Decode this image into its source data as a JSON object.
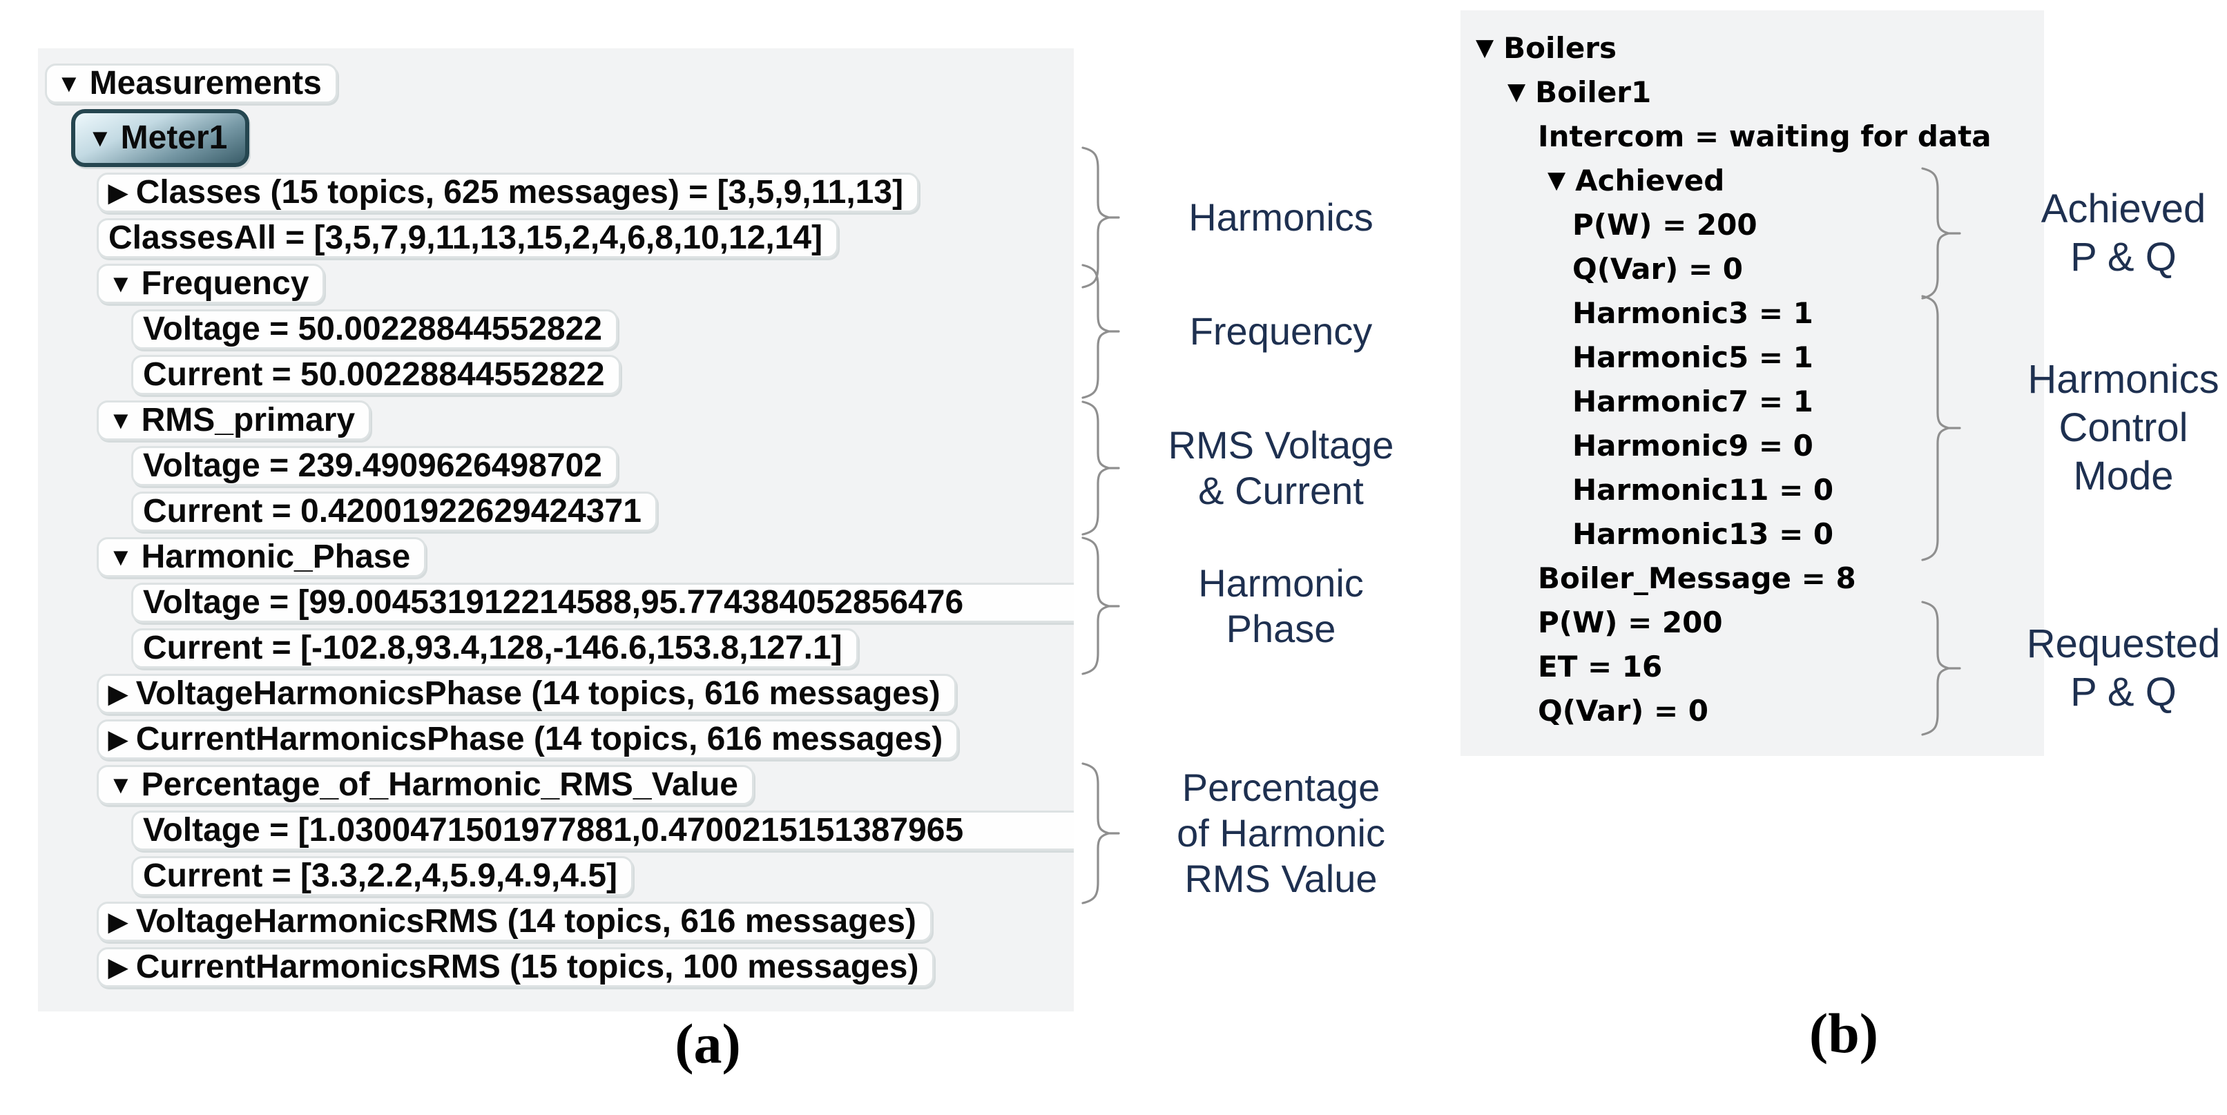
{
  "figure": {
    "caption_a": "(a)",
    "caption_b": "(b)"
  },
  "colors": {
    "panel_background": "#f2f3f4",
    "annotation_text": "#1e3050",
    "brace_line": "#8f8f8f",
    "selected_node_border": "#254650"
  },
  "panel_a": {
    "rows": [
      {
        "arrow": "▼",
        "label": "Measurements"
      },
      {
        "arrow": "▼",
        "label": "Meter1"
      },
      {
        "arrow": "▶",
        "label": "Classes (15 topics, 625 messages) = [3,5,9,11,13]"
      },
      {
        "arrow": "",
        "label": "ClassesAll = [3,5,7,9,11,13,15,2,4,6,8,10,12,14]"
      },
      {
        "arrow": "▼",
        "label": "Frequency"
      },
      {
        "arrow": "",
        "label": "Voltage = 50.00228844552822"
      },
      {
        "arrow": "",
        "label": "Current = 50.00228844552822"
      },
      {
        "arrow": "▼",
        "label": "RMS_primary"
      },
      {
        "arrow": "",
        "label": "Voltage = 239.4909626498702"
      },
      {
        "arrow": "",
        "label": "Current = 0.42001922629424371"
      },
      {
        "arrow": "▼",
        "label": "Harmonic_Phase"
      },
      {
        "arrow": "",
        "label": "Voltage = [99.004531912214588,95.774384052856476"
      },
      {
        "arrow": "",
        "label": "Current = [-102.8,93.4,128,-146.6,153.8,127.1]"
      },
      {
        "arrow": "▶",
        "label": "VoltageHarmonicsPhase (14 topics, 616 messages)"
      },
      {
        "arrow": "▶",
        "label": "CurrentHarmonicsPhase (14 topics, 616 messages)"
      },
      {
        "arrow": "▼",
        "label": "Percentage_of_Harmonic_RMS_Value"
      },
      {
        "arrow": "",
        "label": "Voltage = [1.0300471501977881,0.4700215151387965"
      },
      {
        "arrow": "",
        "label": "Current = [3.3,2.2,4,5.9,4.9,4.5]"
      },
      {
        "arrow": "▶",
        "label": "VoltageHarmonicsRMS (14 topics, 616 messages)"
      },
      {
        "arrow": "▶",
        "label": "CurrentHarmonicsRMS (15 topics, 100 messages)"
      }
    ],
    "annotations": [
      {
        "lines": [
          "Harmonics"
        ]
      },
      {
        "lines": [
          "Frequency"
        ]
      },
      {
        "lines": [
          "RMS Voltage",
          "& Current"
        ]
      },
      {
        "lines": [
          "Harmonic",
          "Phase"
        ]
      },
      {
        "lines": [
          "Percentage",
          "of Harmonic",
          "RMS Value"
        ]
      }
    ]
  },
  "panel_b": {
    "rows": [
      {
        "arrow": "▼",
        "label": "Boilers"
      },
      {
        "arrow": "▼",
        "label": "Boiler1"
      },
      {
        "arrow": "",
        "label": "Intercom = waiting for data"
      },
      {
        "arrow": "▼",
        "label": "Achieved"
      },
      {
        "arrow": "",
        "label": "P(W) = 200"
      },
      {
        "arrow": "",
        "label": "Q(Var) = 0"
      },
      {
        "arrow": "",
        "label": "Harmonic3 = 1"
      },
      {
        "arrow": "",
        "label": "Harmonic5 = 1"
      },
      {
        "arrow": "",
        "label": "Harmonic7 = 1"
      },
      {
        "arrow": "",
        "label": "Harmonic9 = 0"
      },
      {
        "arrow": "",
        "label": "Harmonic11 = 0"
      },
      {
        "arrow": "",
        "label": "Harmonic13 = 0"
      },
      {
        "arrow": "",
        "label": "Boiler_Message = 8"
      },
      {
        "arrow": "",
        "label": "P(W) = 200"
      },
      {
        "arrow": "",
        "label": "ET = 16"
      },
      {
        "arrow": "",
        "label": "Q(Var) = 0"
      }
    ],
    "annotations": [
      {
        "lines": [
          "Achieved",
          "P & Q"
        ]
      },
      {
        "lines": [
          "Harmonics",
          "Control",
          "Mode"
        ]
      },
      {
        "lines": [
          "Requested",
          "P & Q"
        ]
      }
    ]
  }
}
